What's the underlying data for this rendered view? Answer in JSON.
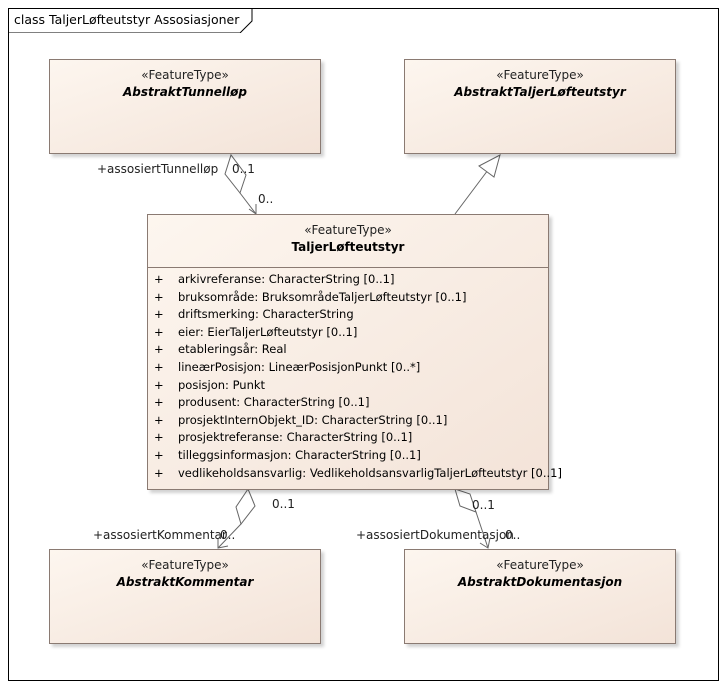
{
  "diagram": {
    "title": "class TaljerLøfteutstyr Assosiasjoner"
  },
  "classes": {
    "abstrakt_tunnellop": {
      "stereotype": "«FeatureType»",
      "name": "AbstraktTunnelløp"
    },
    "abstrakt_taljer": {
      "stereotype": "«FeatureType»",
      "name": "AbstraktTaljerLøfteutstyr"
    },
    "taljer": {
      "stereotype": "«FeatureType»",
      "name": "TaljerLøfteutstyr",
      "attributes": [
        {
          "vis": "+",
          "text": "arkivreferanse: CharacterString [0..1]"
        },
        {
          "vis": "+",
          "text": "bruksområde: BruksområdeTaljerLøfteutstyr [0..1]"
        },
        {
          "vis": "+",
          "text": "driftsmerking: CharacterString"
        },
        {
          "vis": "+",
          "text": "eier: EierTaljerLøfteutstyr [0..1]"
        },
        {
          "vis": "+",
          "text": "etableringsår: Real"
        },
        {
          "vis": "+",
          "text": "lineærPosisjon: LineærPosisjonPunkt [0..*]"
        },
        {
          "vis": "+",
          "text": "posisjon: Punkt"
        },
        {
          "vis": "+",
          "text": "produsent: CharacterString [0..1]"
        },
        {
          "vis": "+",
          "text": "prosjektInternObjekt_ID: CharacterString [0..1]"
        },
        {
          "vis": "+",
          "text": "prosjektreferanse: CharacterString [0..1]"
        },
        {
          "vis": "+",
          "text": "tilleggsinformasjon: CharacterString [0..1]"
        },
        {
          "vis": "+",
          "text": "vedlikeholdsansvarlig: VedlikeholdsansvarligTaljerLøfteutstyr [0..1]"
        }
      ]
    },
    "abstrakt_kommentar": {
      "stereotype": "«FeatureType»",
      "name": "AbstraktKommentar"
    },
    "abstrakt_dokumentasjon": {
      "stereotype": "«FeatureType»",
      "name": "AbstraktDokumentasjon"
    }
  },
  "associations": {
    "tunnellop": {
      "role": "+assosiertTunnelløp",
      "mult_target": "0..1",
      "mult_source": "0.."
    },
    "kommentar": {
      "role": "+assosiertKommentar",
      "mult_target": "0..",
      "mult_source": "0..1"
    },
    "dokumentasjon": {
      "role": "+assosiertDokumentasjon",
      "mult_target": "0..",
      "mult_source": "0..1"
    }
  },
  "colors": {
    "class_fill_top": "#fdf6ef",
    "class_fill_bottom": "#f3e3d8",
    "border": "#8a7a72",
    "edge": "#666666"
  }
}
